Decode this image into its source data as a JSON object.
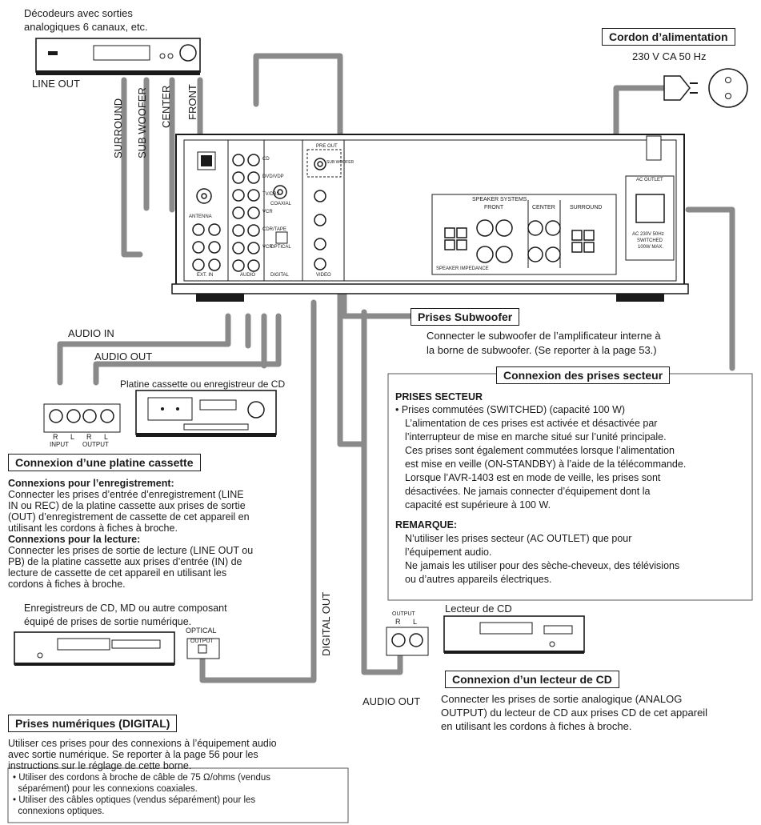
{
  "decoder": {
    "caption_1": "Décodeurs avec sorties",
    "caption_2": "analogiques 6 canaux, etc.",
    "line_out": "LINE OUT"
  },
  "cable_labels": {
    "surround": "SURROUND",
    "sub_woofer": "SUB WOOFER",
    "center": "CENTER",
    "front": "FRONT"
  },
  "power": {
    "title": "Cordon d’alimentation",
    "voltage": "230 V CA 50 Hz"
  },
  "subwoofer": {
    "title": "Prises Subwoofer",
    "text_1": "Connecter le subwoofer de l’amplificateur interne à",
    "text_2": "la borne de subwoofer. (Se reporter à la page 53.)"
  },
  "ac": {
    "title": "Connexion des prises secteur",
    "heading": "PRISES SECTEUR",
    "bullet": "• Prises commutées (SWITCHED) (capacité 100 W)",
    "lines": [
      "L’alimentation de ces prises est activée et désactivée par",
      "l’interrupteur de mise en marche situé sur l’unité principale.",
      "Ces prises sont également commutées lorsque l’alimentation",
      "est mise en veille (ON-STANDBY) à l’aide de la télécommande.",
      "Lorsque l’AVR-1403 est en mode de veille, les prises sont",
      "désactivées. Ne jamais connecter d’équipement dont la",
      "capacité est supérieure à 100 W."
    ],
    "remark_heading": "REMARQUE:",
    "remark_lines": [
      "N’utiliser les prises secteur (AC OUTLET) que pour",
      "l’équipement audio.",
      "Ne jamais les utiliser pour des sèche-cheveux, des télévisions",
      "ou d’autres appareils électriques."
    ]
  },
  "audio_in": "AUDIO IN",
  "audio_out": "AUDIO OUT",
  "cassette": {
    "device_caption": "Platine cassette ou enregistreur de CD",
    "input": "INPUT",
    "output": "OUTPUT",
    "r": "R",
    "l": "L",
    "title": "Connexion d’une platine cassette",
    "rec_heading": "Connexions pour l’enregistrement:",
    "rec_lines": [
      "Connecter les prises d’entrée d’enregistrement (LINE",
      "IN ou REC) de la platine cassette aux prises de sortie",
      "(OUT) d’enregistrement de cassette de cet appareil en",
      "utilisant les cordons à fiches à broche."
    ],
    "play_heading": "Connexions pour la lecture:",
    "play_lines": [
      "Connecter les prises de sortie de lecture (LINE OUT ou",
      "PB) de la platine cassette aux prises d’entrée (IN) de",
      "lecture de cassette de cet appareil en utilisant les",
      "cordons à fiches à broche."
    ]
  },
  "digital_recorder": {
    "caption_1": "Enregistreurs de CD, MD ou autre composant",
    "caption_2": "équipé de prises de sortie numérique.",
    "optical": "OPTICAL",
    "output": "OUTPUT"
  },
  "digital_out": "DIGITAL OUT",
  "digital": {
    "title": "Prises numériques (DIGITAL)",
    "lines": [
      "Utiliser ces prises pour des connexions à l’équipement audio",
      "avec sortie numérique. Se reporter à la page 56 pour les",
      "instructions sur le réglage de cette borne."
    ],
    "notes": [
      "• Utiliser des cordons à broche de câble de 75 Ω/ohms (vendus",
      "  séparément) pour les connexions coaxiales.",
      "• Utiliser des câbles optiques (vendus séparément) pour les",
      "  connexions optiques."
    ]
  },
  "cd_player": {
    "caption": "Lecteur de CD",
    "output": "OUTPUT",
    "r": "R",
    "l": "L",
    "audio_out": "AUDIO OUT",
    "title": "Connexion d’un lecteur de CD",
    "lines": [
      "Connecter les prises de sortie analogique (ANALOG",
      "OUTPUT) du lecteur de CD aux prises CD de cet appareil",
      "en utilisant les cordons à fiches à broche."
    ]
  },
  "panel": {
    "speaker_systems": "SPEAKER SYSTEMS",
    "front": "FRONT",
    "center": "CENTER",
    "surround": "SURROUND",
    "ac_outlet": "AC OUTLET",
    "ac_spec_1": "AC 230V 50Hz",
    "ac_spec_2": "SWITCHED",
    "ac_spec_3": "100W MAX.",
    "speaker_impedance": "SPEAKER IMPEDANCE",
    "ext_in": "EXT. IN",
    "audio": "AUDIO",
    "digital": "DIGITAL",
    "video": "VIDEO",
    "optical": "OPTICAL",
    "coaxial": "COAXIAL",
    "pre_out": "PRE OUT",
    "sub_woofer": "SUB WOOFER",
    "jacks": [
      "CD",
      "DVD/VDP",
      "TV/DBS",
      "VCR",
      "CDR/TAPE",
      "VCR"
    ],
    "antenna": "ANTENNA"
  },
  "colors": {
    "cable": "#888888",
    "ink": "#1a1a1a",
    "panel_fill": "#ffffff"
  }
}
